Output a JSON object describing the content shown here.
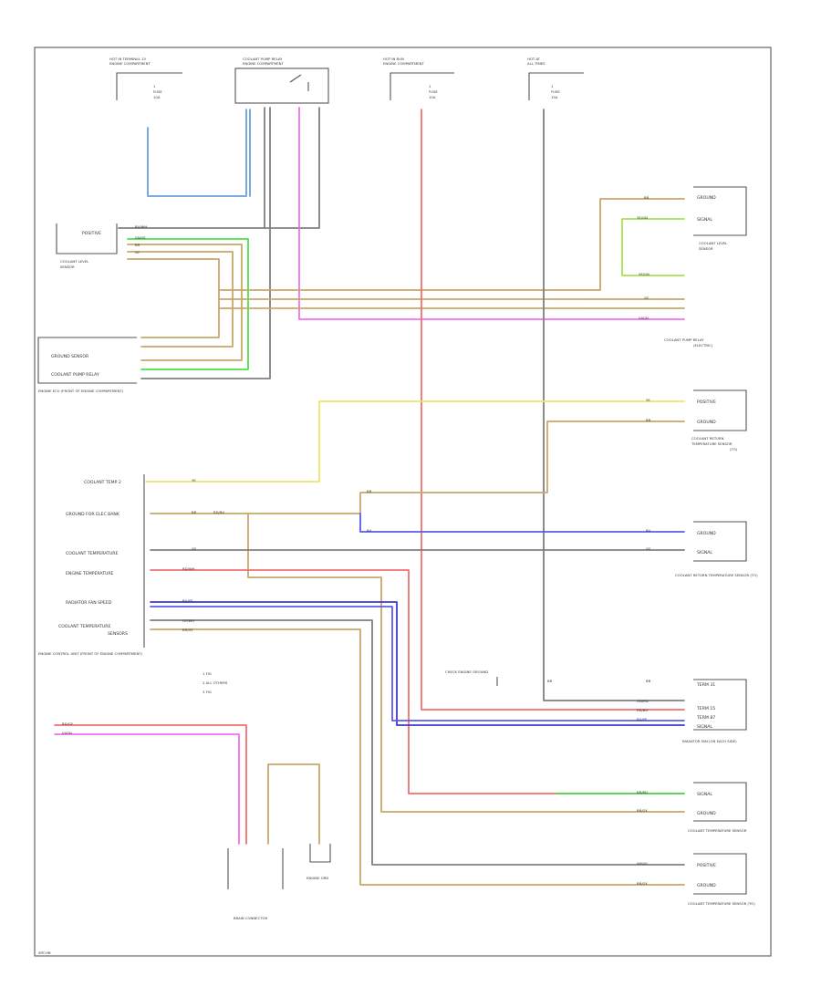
{
  "diagram": {
    "sheet_label": "SRT-HB",
    "colors": {
      "blue": "#5b5bf0",
      "green": "#4ce04c",
      "yellow": "#ece668",
      "tan": "#c8a86a",
      "gray": "#808080",
      "red": "#f07070",
      "pink": "#f070f0",
      "lightblue": "#6aa0d8",
      "yellowgreen": "#a8e050"
    },
    "components": {
      "fuse_top_left": {
        "title": "HOT IN TERMINAL 15",
        "sub": "ENGINE COMPARTMENT",
        "pins": [
          "1",
          "FUSE",
          "10A"
        ]
      },
      "relay_top": {
        "title": "COOLANT PUMP RELAY",
        "sub": "ENGINE COMPARTMENT"
      },
      "fuse_top_mid": {
        "title": "HOT IN RUN",
        "sub": "ENGINE COMPARTMENT",
        "pins": [
          "1",
          "FUSE",
          "10A"
        ]
      },
      "fuse_top_right": {
        "title": "HOT AT",
        "sub": "ALL TIMES",
        "pins": [
          "1",
          "FUSE",
          "15A"
        ]
      },
      "coolant_level_sensor": {
        "lines": [
          "POSITIVE",
          "COOLANT LEVEL",
          "SENSOR"
        ]
      },
      "level_sensor_right": {
        "lines": [
          "GROUND",
          "SIGNAL",
          "COOLANT LEVEL",
          "SENSOR"
        ]
      },
      "engine_module": {
        "lines": [
          "GROUND SENSOR",
          "COOLANT PUMP RELAY"
        ],
        "caption": "ENGINE ECU (FRONT OF ENGINE COMPARTMENT)"
      },
      "pump_right": {
        "lines": [
          "COOLANT PUMP RELAY",
          "(ELECTRIC)"
        ]
      },
      "temp_sensor_right": {
        "lines": [
          "POSITIVE",
          "GROUND",
          "COOLANT RETURN",
          "TEMPERATURE SENSOR",
          "(TO)"
        ]
      },
      "ecm_labels": [
        "COOLANT TEMP 2",
        "GROUND FOR ELEC BANK",
        "COOLANT TEMPERATURE",
        "ENGINE TEMPERATURE",
        "RADIATOR FAN SPEED",
        "COOLANT TEMPERATURE",
        "SENSORS"
      ],
      "ecm_caption": "ENGINE CONTROL UNIT (FRONT OF ENGINE COMPARTMENT)",
      "ground_sensor_right": {
        "lines": [
          "GROUND",
          "SIGNAL"
        ],
        "caption": "COOLANT RETURN TEMPERATURE SENSOR (TO)"
      },
      "fan_right": {
        "lines": [
          "TERM 31",
          "TERM 15",
          "TERM 87",
          "SIGNAL"
        ],
        "caption": "RADIATOR FAN (ON EACH SIDE)"
      },
      "sensor_right_a": {
        "lines": [
          "SIGNAL",
          "GROUND"
        ],
        "caption": "COOLANT TEMPERATURE SENSOR"
      },
      "sensor_right_b": {
        "lines": [
          "POSITIVE",
          "GROUND"
        ],
        "caption": "COOLANT TEMPERATURE SENSOR (TO)"
      },
      "engine_ground": {
        "caption": "BRAIN CONNECTOR"
      },
      "ground_unit": {
        "caption": "CHECK ENGINE GROUND"
      },
      "legend": [
        "1 FIG",
        "2 ALL OTHERS",
        "3 FIG"
      ],
      "ground_note": "ENGINE GRD"
    },
    "wire_labels": {
      "bu_wh": "BU/WH",
      "gn_ye": "GN/YE",
      "br": "BR",
      "gy": "GY",
      "gy_wh": "GY/WH",
      "rd_bu": "RD/BU",
      "vi_gn": "VI/GN",
      "ye": "YE",
      "ye_gn": "YE/GN",
      "bu": "BU",
      "rd_wh": "RD/WH",
      "bu_ye": "BU/YE",
      "br_gy": "BR/GY",
      "gn_rd": "GN/RD",
      "br_rd": "BR/RD",
      "wh_vi": "WH/VI",
      "rd_gy": "RD/GY"
    }
  }
}
